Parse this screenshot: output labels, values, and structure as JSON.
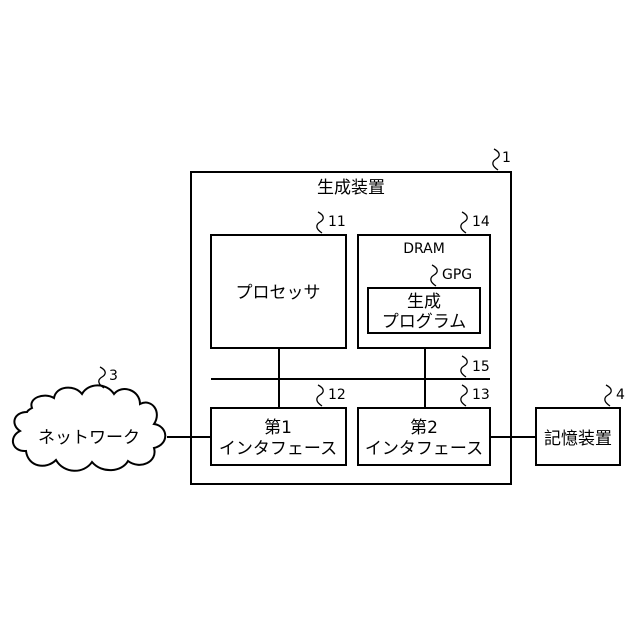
{
  "generator": {
    "label": "生成装置",
    "ref": "1"
  },
  "processor": {
    "label": "プロセッサ",
    "ref": "11"
  },
  "dram": {
    "label": "DRAM",
    "ref": "14",
    "program": {
      "ref": "GPG",
      "line1": "生成",
      "line2": "プログラム"
    }
  },
  "bus": {
    "ref": "15"
  },
  "interface1": {
    "line1": "第1",
    "line2": "インタフェース",
    "ref": "12"
  },
  "interface2": {
    "line1": "第2",
    "line2": "インタフェース",
    "ref": "13"
  },
  "network": {
    "label": "ネットワーク",
    "ref": "3"
  },
  "storage": {
    "label": "記憶装置",
    "ref": "4"
  }
}
